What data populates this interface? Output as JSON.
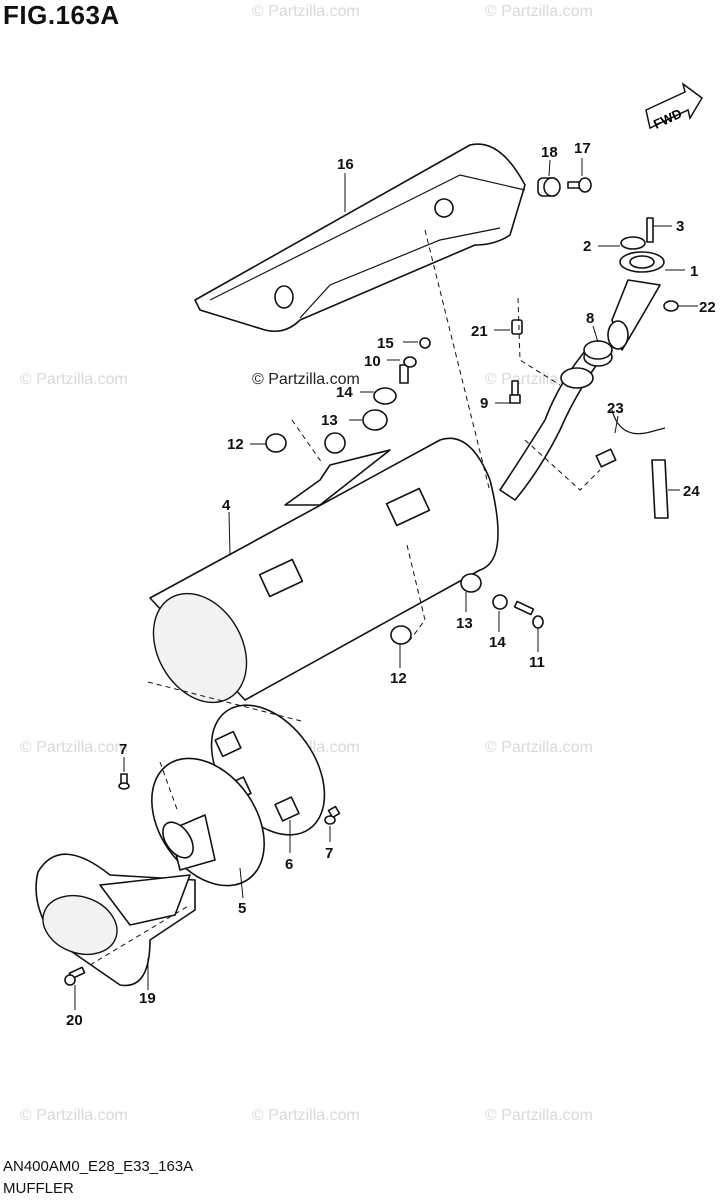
{
  "header": {
    "figure_title": "FIG.163A"
  },
  "footer": {
    "model_code": "AN400AM0_E28_E33_163A",
    "section_name": "MUFFLER"
  },
  "direction_tag": "FWD",
  "watermark": {
    "text": "© Partzilla.com"
  },
  "callouts": {
    "c1": "1",
    "c2": "2",
    "c3": "3",
    "c4": "4",
    "c5": "5",
    "c6": "6",
    "c7a": "7",
    "c7b": "7",
    "c8": "8",
    "c9": "9",
    "c10": "10",
    "c11": "11",
    "c12a": "12",
    "c12b": "12",
    "c13a": "13",
    "c13b": "13",
    "c14a": "14",
    "c14b": "14",
    "c15": "15",
    "c16": "16",
    "c17": "17",
    "c18": "18",
    "c19": "19",
    "c20": "20",
    "c21": "21",
    "c22": "22",
    "c23": "23",
    "c24": "24"
  }
}
